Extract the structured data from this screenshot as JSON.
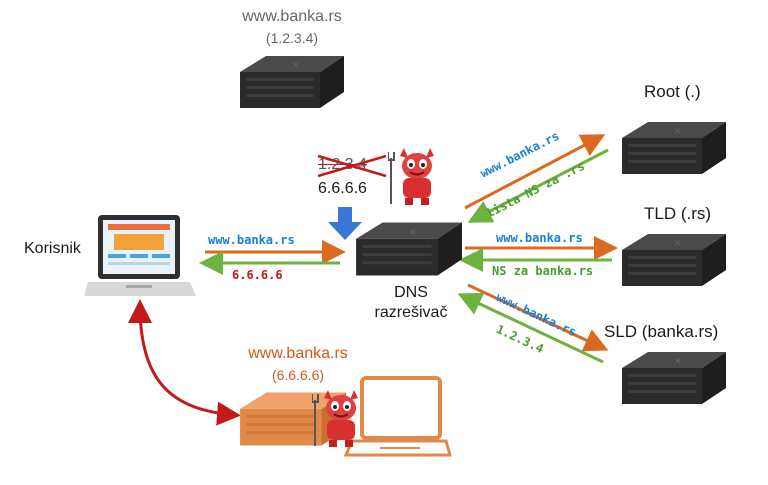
{
  "colors": {
    "request_arrow": "#d96a1f",
    "response_arrow": "#6db33f",
    "attack_arrow": "#c21a1a",
    "blue_text": "#1a7fd4",
    "red_text": "#c21a1a",
    "green_text": "#4a9b2e",
    "server_dark": "#2b2b2b",
    "fake_server": "#e08a4a",
    "devil": "#d83030",
    "inject_arrow": "#3a78d8"
  },
  "legit_server": {
    "name": "www.banka.rs",
    "ip": "(1.2.3.4)"
  },
  "fake_server": {
    "name": "www.banka.rs",
    "ip": "(6.6.6.6)"
  },
  "user": {
    "label": "Korisnik"
  },
  "resolver": {
    "label_line1": "DNS",
    "label_line2": "razrešivač"
  },
  "root": {
    "label": "Root (.)"
  },
  "tld": {
    "label": "TLD (.rs)"
  },
  "sld": {
    "label": "SLD (banka.rs)"
  },
  "poison": {
    "old_ip": "1.2.3.4",
    "new_ip": "6.6.6.6"
  },
  "messages": {
    "user_query": "www.banka.rs",
    "user_answer": "6.6.6.6",
    "root_query": "www.banka.rs",
    "root_answer": "lista NS za .rs",
    "tld_query": "www.banka.rs",
    "tld_answer": "NS za banka.rs",
    "sld_query": "www.banka.rs",
    "sld_answer": "1.2.3.4"
  }
}
